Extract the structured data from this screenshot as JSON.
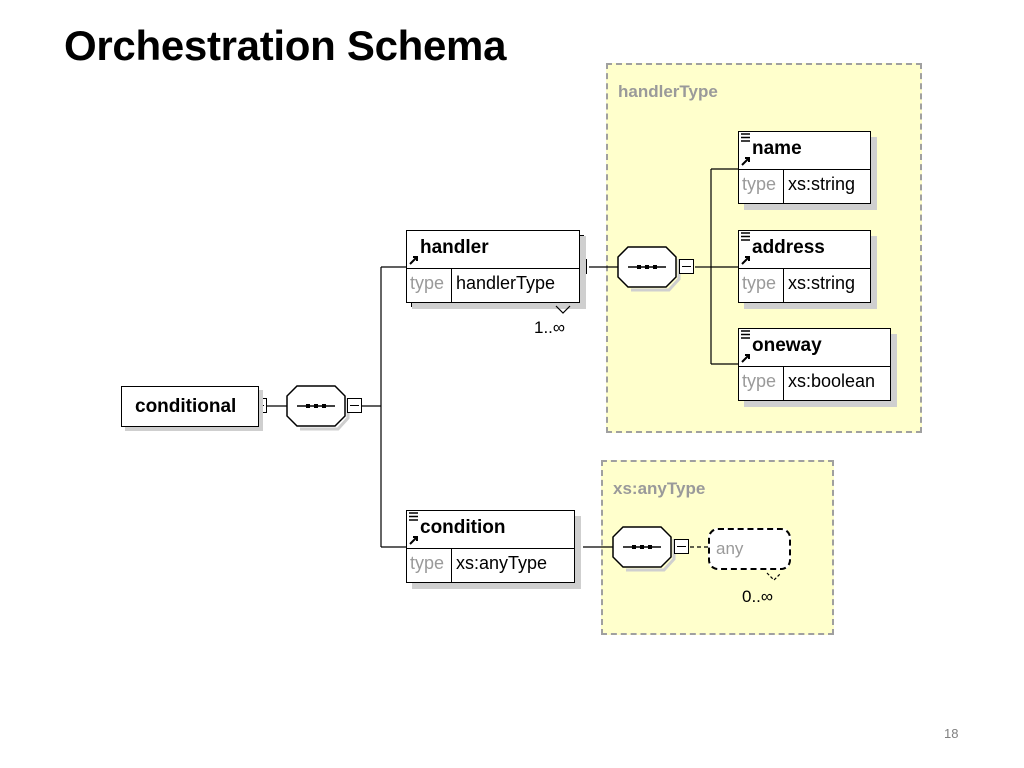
{
  "slide": {
    "title": "Orchestration Schema",
    "page_number": "18"
  },
  "diagram": {
    "root": {
      "name": "conditional"
    },
    "handler": {
      "name": "handler",
      "type_key": "type",
      "type_value": "handlerType",
      "cardinality": "1..∞"
    },
    "condition": {
      "name": "condition",
      "type_key": "type",
      "type_value": "xs:anyType"
    },
    "handler_type_group": {
      "label": "handlerType",
      "children": [
        {
          "name": "name",
          "type_key": "type",
          "type_value": "xs:string"
        },
        {
          "name": "address",
          "type_key": "type",
          "type_value": "xs:string"
        },
        {
          "name": "oneway",
          "type_key": "type",
          "type_value": "xs:boolean"
        }
      ]
    },
    "anytype_group": {
      "label": "xs:anyType",
      "any": {
        "label": "any",
        "cardinality": "0..∞"
      }
    }
  }
}
